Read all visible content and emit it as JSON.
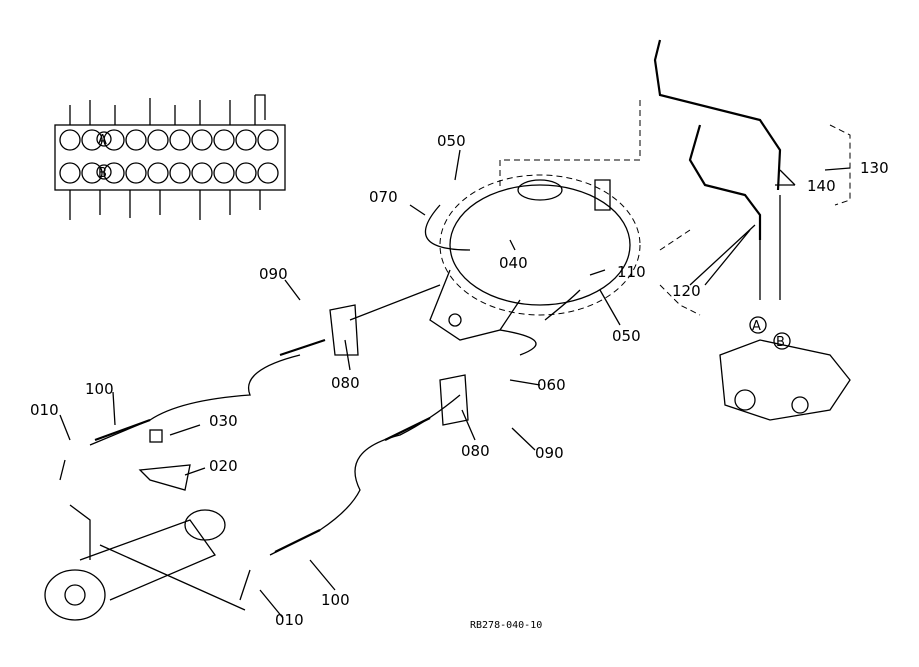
{
  "diagram": {
    "drawing_code": "RB278-040-10",
    "part_labels": {
      "p050_top": "050",
      "p070": "070",
      "p040": "040",
      "p110": "110",
      "p120": "120",
      "p050_right": "050",
      "p090_left": "090",
      "p080_left": "080",
      "p060": "060",
      "p100_left": "100",
      "p010_left": "010",
      "p030": "030",
      "p020": "020",
      "p080_mid": "080",
      "p090_mid": "090",
      "p100_bottom": "100",
      "p010_bottom": "010",
      "p130": "130",
      "p140": "140"
    },
    "port_labels": {
      "valve_a": "A",
      "valve_b": "B",
      "pump_a": "A",
      "pump_b": "B"
    }
  }
}
